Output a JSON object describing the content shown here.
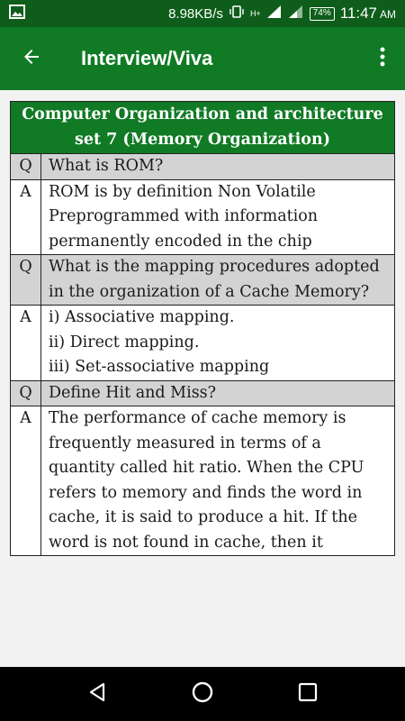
{
  "status_bar": {
    "speed": "8.98KB/s",
    "network": "H+",
    "battery": "74%",
    "time": "11:47",
    "ampm": "AM"
  },
  "app_bar": {
    "title": "Interview/Viva",
    "back_icon": "arrow-left-icon",
    "menu_icon": "more-vert-icon"
  },
  "table": {
    "heading": "Computer Organization and architecture set 7 (Memory Organization)",
    "rows": [
      {
        "tag": "Q",
        "text": "What is ROM?"
      },
      {
        "tag": "A",
        "text": "ROM is by definition Non Volatile Preprogrammed with information permanently encoded in the chip"
      },
      {
        "tag": "Q",
        "text": "What is the mapping procedures adopted in the organization of a Cache Memory?"
      },
      {
        "tag": "A",
        "lines": [
          "i) Associative mapping.",
          "ii) Direct mapping.",
          "iii) Set-associative mapping"
        ]
      },
      {
        "tag": "Q",
        "text": "Define Hit and Miss?"
      },
      {
        "tag": "A",
        "text": "The performance of cache memory is frequently measured in terms of a quantity called hit ratio. When the CPU refers to memory and finds the word in cache, it is said to produce a hit. If the word is not found in cache, then it"
      }
    ]
  },
  "colors": {
    "status_bar": "#0e5d1a",
    "app_bar": "#117a25",
    "question_row": "#d3d3d3",
    "answer_row": "#ffffff"
  },
  "nav_bar": {
    "back_icon": "nav-back-icon",
    "home_icon": "nav-home-icon",
    "recents_icon": "nav-recents-icon"
  }
}
